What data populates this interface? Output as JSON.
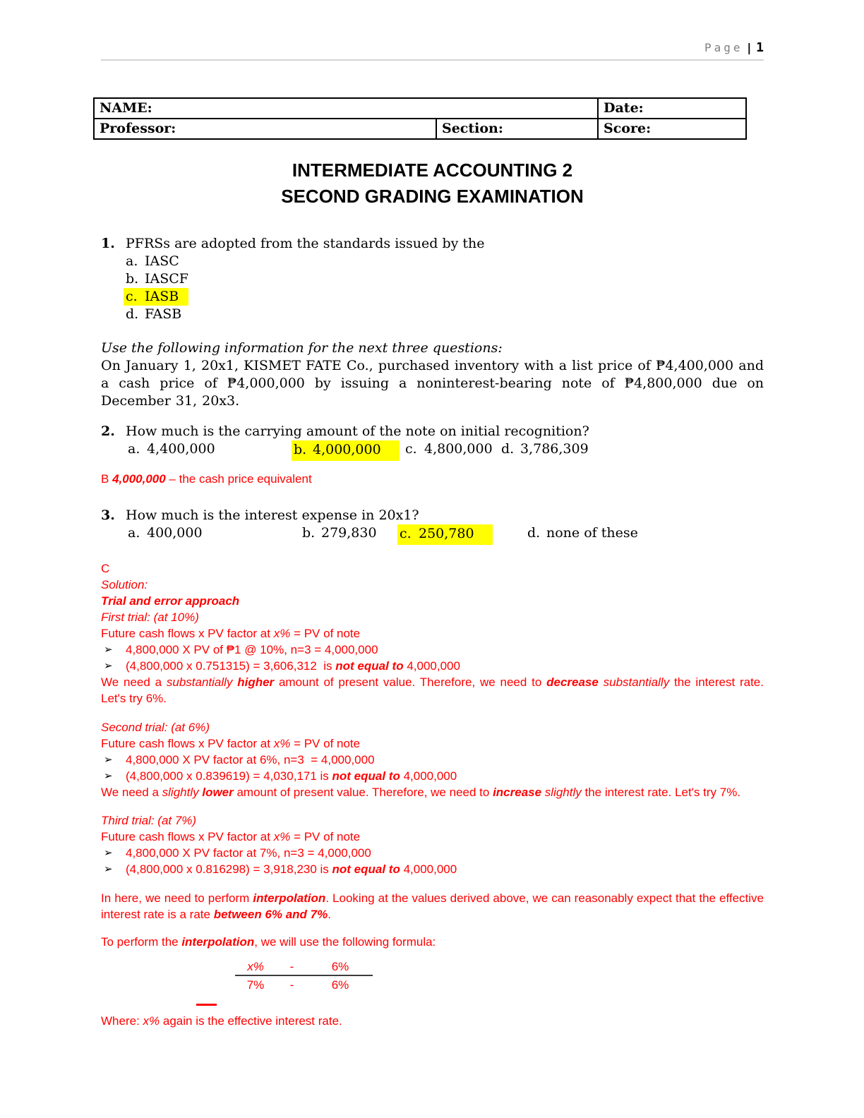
{
  "colors": {
    "highlight": "#ffff00",
    "solution_red": "#ff0000",
    "page_gray": "#7f7f7f",
    "rule_gray": "#d4d4d4"
  },
  "header": {
    "label": "Page",
    "divider": "|",
    "number": "1"
  },
  "info_table": {
    "name": "NAME:",
    "date": "Date:",
    "professor": "Professor:",
    "section": "Section:",
    "score": "Score:"
  },
  "title": {
    "line1": "INTERMEDIATE ACCOUNTING 2",
    "line2": "SECOND GRADING EXAMINATION"
  },
  "q1": {
    "num": "1.",
    "text": "PFRSs are adopted from the standards issued by the",
    "choices": [
      {
        "label": "a.",
        "text": "IASC",
        "hl": false
      },
      {
        "label": "b.",
        "text": "IASCF",
        "hl": false
      },
      {
        "label": "c.",
        "text": "IASB",
        "hl": true
      },
      {
        "label": "d.",
        "text": "FASB",
        "hl": false
      }
    ]
  },
  "context": {
    "lead": "Use the following information for the next three questions:",
    "body": "On January 1, 20x1, KISMET FATE Co., purchased inventory with a list price of ₱4,400,000 and a cash price of ₱4,000,000 by issuing a noninterest-bearing note of ₱4,800,000 due on December 31, 20x3."
  },
  "q2": {
    "num": "2.",
    "text": "How much is the carrying amount of the note on initial recognition?",
    "choices": [
      {
        "label": "a.",
        "text": "4,400,000",
        "hl": false
      },
      {
        "label": "b.",
        "text": "4,000,000",
        "hl": true
      },
      {
        "label": "c.",
        "text": "4,800,000",
        "hl": false
      },
      {
        "label": "d.",
        "text": "3,786,309",
        "hl": false
      }
    ],
    "answer_runs": [
      {
        "t": "B "
      },
      {
        "t": "4,000,000",
        "s": "bi"
      },
      {
        "t": " – the cash price equivalent"
      }
    ]
  },
  "q3": {
    "num": "3.",
    "text": "How much is the interest expense in 20x1?",
    "choices": [
      {
        "label": "a.",
        "text": "400,000",
        "hl": false
      },
      {
        "label": "b.",
        "text": "279,830",
        "hl": false
      },
      {
        "label": "c.",
        "text": "250,780",
        "hl": true
      },
      {
        "label": "d.",
        "text": "none of these",
        "hl": false
      }
    ]
  },
  "solution": {
    "answer_letter": "C",
    "label": "Solution:",
    "approach": "Trial and error approach",
    "bullet_icon": "➢",
    "trials": [
      {
        "title": "First trial: (at 10%)",
        "lead_runs": [
          {
            "t": "Future cash flows x PV factor at "
          },
          {
            "t": "x%",
            "s": "i"
          },
          {
            "t": " = PV of note"
          }
        ],
        "bullets": [
          {
            "runs": [
              {
                "t": "4,800,000 X PV of ₱1 @ 10%, n=3 = 4,000,000"
              }
            ]
          },
          {
            "runs": [
              {
                "t": "(4,800,000 x 0.751315) = 3,606,312  is "
              },
              {
                "t": "not equal to",
                "s": "bi"
              },
              {
                "t": " 4,000,000"
              }
            ]
          }
        ],
        "note_runs": [
          {
            "t": "We need a "
          },
          {
            "t": "substantially",
            "s": "i"
          },
          {
            "t": " "
          },
          {
            "t": "higher",
            "s": "bi"
          },
          {
            "t": " amount of present value. Therefore, we need to "
          },
          {
            "t": "decrease",
            "s": "bi"
          },
          {
            "t": " "
          },
          {
            "t": "substantially",
            "s": "i"
          },
          {
            "t": " the interest rate. Let's try 6%."
          }
        ]
      },
      {
        "title": "Second trial: (at 6%)",
        "lead_runs": [
          {
            "t": "Future cash flows x PV factor at "
          },
          {
            "t": "x%",
            "s": "i"
          },
          {
            "t": " = PV of note"
          }
        ],
        "bullets": [
          {
            "runs": [
              {
                "t": "4,800,000 X PV factor at 6%, n=3  = 4,000,000"
              }
            ]
          },
          {
            "runs": [
              {
                "t": "(4,800,000 x 0.839619) = 4,030,171 is "
              },
              {
                "t": "not equal to",
                "s": "bi"
              },
              {
                "t": " 4,000,000"
              }
            ]
          }
        ],
        "note_runs": [
          {
            "t": "We need a "
          },
          {
            "t": "slightly",
            "s": "i"
          },
          {
            "t": " "
          },
          {
            "t": "lower",
            "s": "bi"
          },
          {
            "t": " amount of present value. Therefore, we need to "
          },
          {
            "t": "increase",
            "s": "bi"
          },
          {
            "t": " "
          },
          {
            "t": "slightly",
            "s": "i"
          },
          {
            "t": " the interest rate. Let's try 7%."
          }
        ]
      },
      {
        "title": "Third trial: (at 7%)",
        "lead_runs": [
          {
            "t": "Future cash flows x PV factor at "
          },
          {
            "t": "x%",
            "s": "i"
          },
          {
            "t": " = PV of note"
          }
        ],
        "bullets": [
          {
            "runs": [
              {
                "t": "4,800,000 X PV factor at 7%, n=3 = 4,000,000"
              }
            ]
          },
          {
            "runs": [
              {
                "t": "(4,800,000 x 0.816298) = 3,918,230 is "
              },
              {
                "t": "not equal to",
                "s": "bi"
              },
              {
                "t": " 4,000,000"
              }
            ]
          }
        ]
      }
    ],
    "interpolation_runs": [
      {
        "t": "In here, we need to perform "
      },
      {
        "t": "interpolation",
        "s": "bi"
      },
      {
        "t": ". Looking at the values derived above, we can reasonably expect that the effective interest rate is a rate "
      },
      {
        "t": "between 6% and 7%",
        "s": "bi"
      },
      {
        "t": "."
      }
    ],
    "formula_intro_runs": [
      {
        "t": "To perform the "
      },
      {
        "t": "interpolation",
        "s": "bi"
      },
      {
        "t": ", we will use the following formula:"
      }
    ],
    "formula": {
      "num_left": "x%",
      "num_op": "-",
      "num_right": "6%",
      "den_left": "7%",
      "den_op": "-",
      "den_right": "6%"
    },
    "where_runs": [
      {
        "t": "Where: "
      },
      {
        "t": "x%",
        "s": "i"
      },
      {
        "t": " again is the effective interest rate."
      }
    ]
  }
}
